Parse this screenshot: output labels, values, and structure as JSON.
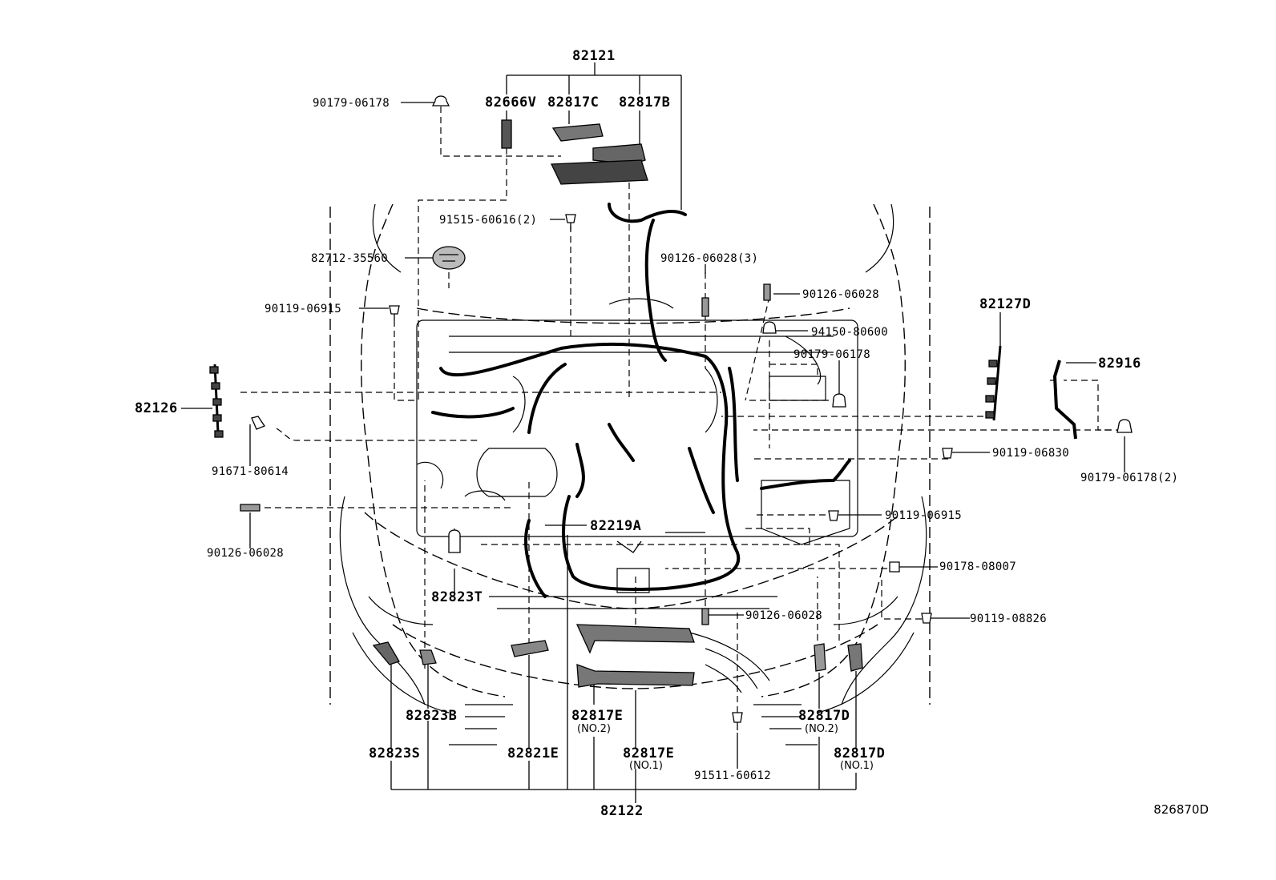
{
  "catalog_id": "826870D",
  "labels": {
    "p82121": "82121",
    "p82666V": "82666V",
    "p82817C": "82817C",
    "p82817B": "82817B",
    "p90179_06178_top": "90179-06178",
    "p91515": "91515-60616(2)",
    "p82712": "82712-35560",
    "p90126_3": "90126-06028(3)",
    "p90126_right": "90126-06028",
    "p90119_06915_left": "90119-06915",
    "p94150": "94150-80600",
    "p90179_06178_mid": "90179-06178",
    "p82127D": "82127D",
    "p82916": "82916",
    "p82126": "82126",
    "p91671": "91671-80614",
    "p90119_06830": "90119-06830",
    "p90179_06178_2": "90179-06178(2)",
    "p90119_06915_right": "90119-06915",
    "p90126_left": "90126-06028",
    "p82219A": "82219A",
    "p90178": "90178-08007",
    "p82823T": "82823T",
    "p90126_lower": "90126-06028",
    "p90119_08826": "90119-08826",
    "p82817E_no2": "82817E",
    "p82817E_no2_sub": "(NO.2)",
    "p82823B": "82823B",
    "p82817D_no2": "82817D",
    "p82817D_no2_sub": "(NO.2)",
    "p82823S": "82823S",
    "p82821E": "82821E",
    "p82817E_no1": "82817E",
    "p82817E_no1_sub": "(NO.1)",
    "p91511": "91511-60612",
    "p82817D_no1": "82817D",
    "p82817D_no1_sub": "(NO.1)",
    "p82122": "82122"
  }
}
